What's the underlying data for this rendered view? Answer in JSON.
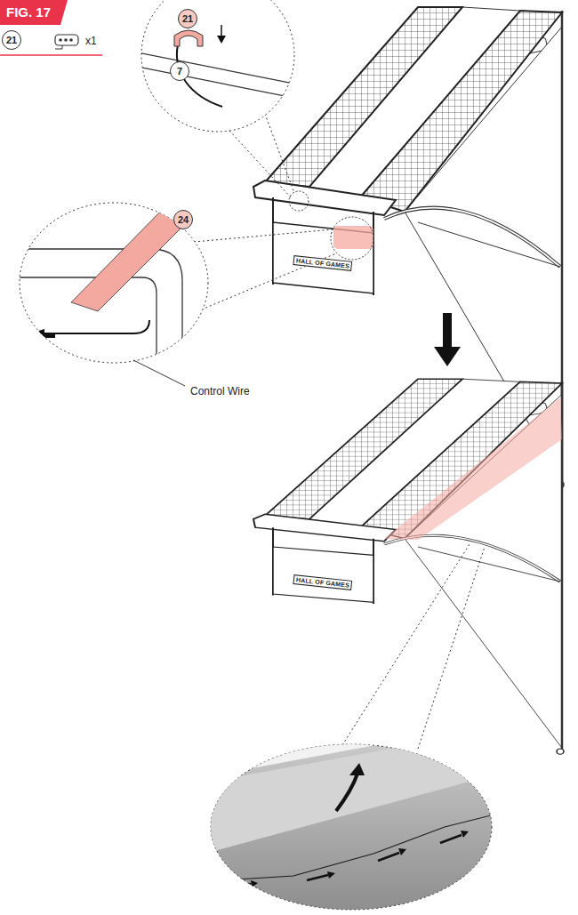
{
  "diagram": {
    "title": "FIG. 17",
    "labels": [
      "21",
      "x1",
      "21",
      "7",
      "24",
      "Control Wire",
      "HALL OF GAMES",
      "HALL OF GAMES"
    ]
  }
}
